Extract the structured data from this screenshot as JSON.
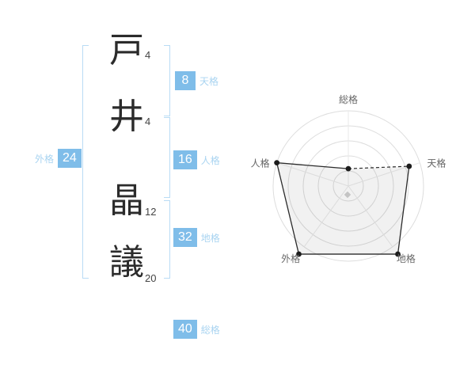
{
  "name_column": {
    "characters": [
      {
        "char": "戸",
        "strokes": "4"
      },
      {
        "char": "井",
        "strokes": "4"
      },
      {
        "char": "晶",
        "strokes": "12"
      },
      {
        "char": "議",
        "strokes": "20"
      }
    ]
  },
  "kaku_badges": {
    "tenkaku": {
      "value": "8",
      "label": "天格"
    },
    "jinkaku": {
      "value": "16",
      "label": "人格"
    },
    "chikaku": {
      "value": "32",
      "label": "地格"
    },
    "gaikaku": {
      "value": "24",
      "label": "外格"
    },
    "soukaku": {
      "value": "40",
      "label": "総格"
    }
  },
  "colors": {
    "badge_blue": "#7fbde9",
    "label_blue": "#a9d4f1",
    "bracket_blue": "#b9dcf5",
    "chart_line": "#2b2b2b",
    "ring_gray": "#dddddd"
  },
  "chart_data": {
    "type": "radar",
    "axes": [
      "総格",
      "天格",
      "地格",
      "外格",
      "人格"
    ],
    "values": [
      23,
      85,
      112,
      112,
      100
    ],
    "max": 100,
    "rings": 5,
    "legend": "none",
    "grid": "concentric-circles",
    "dashed_edge_between": [
      "総格",
      "天格"
    ]
  }
}
